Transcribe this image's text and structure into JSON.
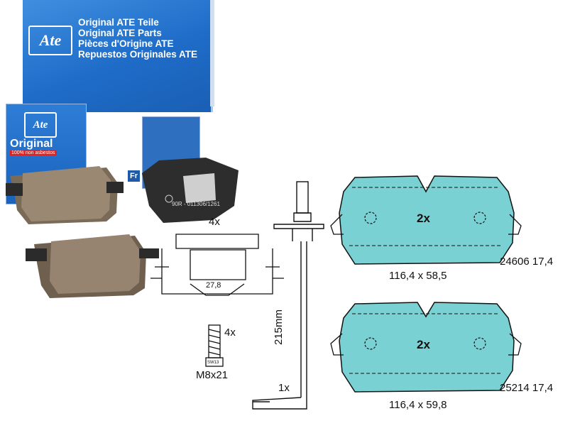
{
  "ate_box": {
    "logo": "Ate",
    "lines": [
      "Original ATE Teile",
      "Original ATE Parts",
      "Pièces d'Origine ATE",
      "Repuestos Originales ATE"
    ]
  },
  "small_box": {
    "logo": "Ate",
    "title": "Original",
    "subtitle": "100% non asbestos"
  },
  "side_box": {
    "text": "Fr"
  },
  "clips": {
    "count": "4x",
    "width": "27,8"
  },
  "bolt": {
    "count": "4x",
    "head": "SW13",
    "size": "M8x21"
  },
  "sensor": {
    "length": "215mm",
    "count": "1x"
  },
  "pad_top": {
    "count": "2x",
    "dims": "116,4 x 58,5",
    "code": "24606 17,4"
  },
  "pad_bottom": {
    "count": "2x",
    "dims": "116,4 x 59,8",
    "code": "25214 17,4"
  },
  "pad_marking": "90R - 011306/1261",
  "colors": {
    "box_blue": "#1e6cc8",
    "pad_fill": "#7ad1d3",
    "pad_friction": "#8c7a66"
  }
}
